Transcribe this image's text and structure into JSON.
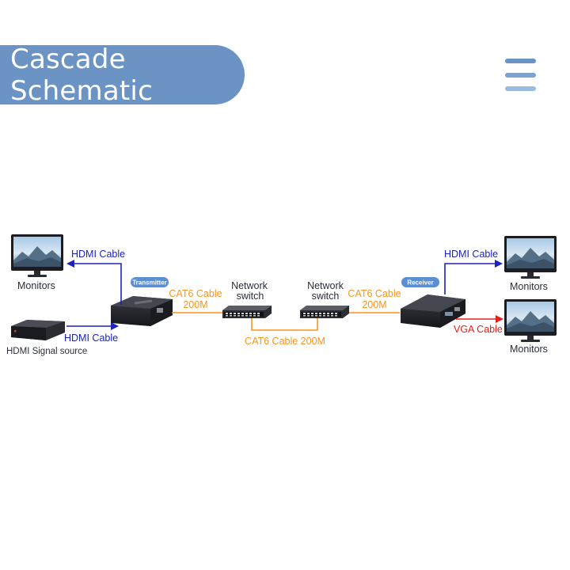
{
  "header": {
    "title": "Cascade Schematic",
    "menu_icon": "hamburger-menu-icon"
  },
  "colors": {
    "header": "#6b93c4",
    "hdmi_line": "#1a24b8",
    "cat6_line": "#f7941d",
    "vga_line": "#e0201b"
  },
  "diagram": {
    "monitor_top_left_label": "Monitors",
    "source_label": "HDMI Signal source",
    "hdmi_cable_out_label": "HDMI Cable",
    "hdmi_cable_in_label": "HDMI Cable",
    "transmitter_badge": "Transmitter",
    "cat6_left_label_1": "CAT6 Cable",
    "cat6_left_label_2": "200M",
    "switch_left_label_1": "Network",
    "switch_left_label_2": "switch",
    "switch_right_label_1": "Network",
    "switch_right_label_2": "switch",
    "cat6_middle_label": "CAT6 Cable 200M",
    "cat6_right_label_1": "CAT6 Cable",
    "cat6_right_label_2": "200M",
    "receiver_badge": "Receiver",
    "hdmi_cable_right_label": "HDMI Cable",
    "vga_cable_label": "VGA Cable",
    "monitor_top_right_label": "Monitors",
    "monitor_bottom_right_label": "Monitors"
  }
}
